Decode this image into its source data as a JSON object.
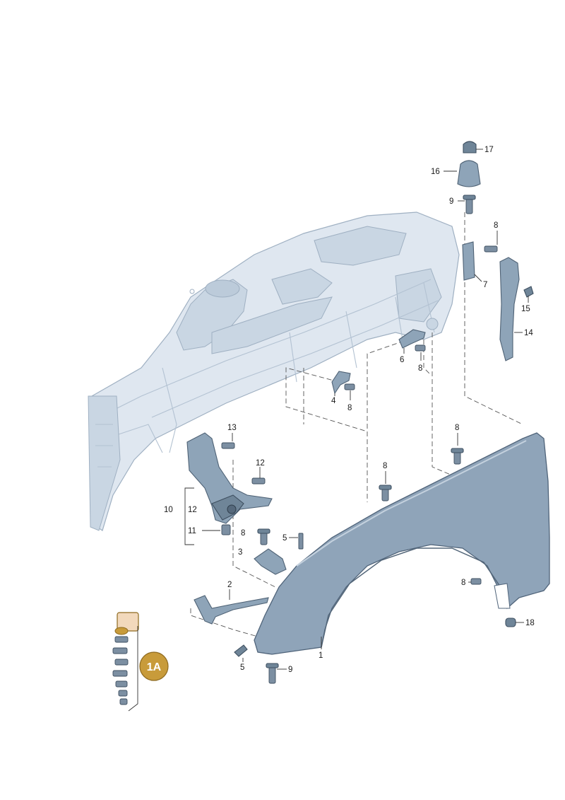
{
  "callouts": {
    "c1": "1",
    "c2": "2",
    "c3": "3",
    "c4": "4",
    "c5a": "5",
    "c5b": "5",
    "c6": "6",
    "c7": "7",
    "c8a": "8",
    "c8b": "8",
    "c8c": "8",
    "c8d": "8",
    "c8e": "8",
    "c8f": "8",
    "c8g": "8",
    "c9a": "9",
    "c9b": "9",
    "c10": "10",
    "c11": "11",
    "c12a": "12",
    "c12b": "12",
    "c13": "13",
    "c14": "14",
    "c15": "15",
    "c16": "16",
    "c17": "17",
    "c18": "18"
  },
  "badge": {
    "label": "1A"
  },
  "colors": {
    "body": "#dfe7f0",
    "parts": "#8ea4b8",
    "fender": "#8fa4b9",
    "badge": "#c89b3a",
    "badge_tag": "#f2d9bc"
  }
}
